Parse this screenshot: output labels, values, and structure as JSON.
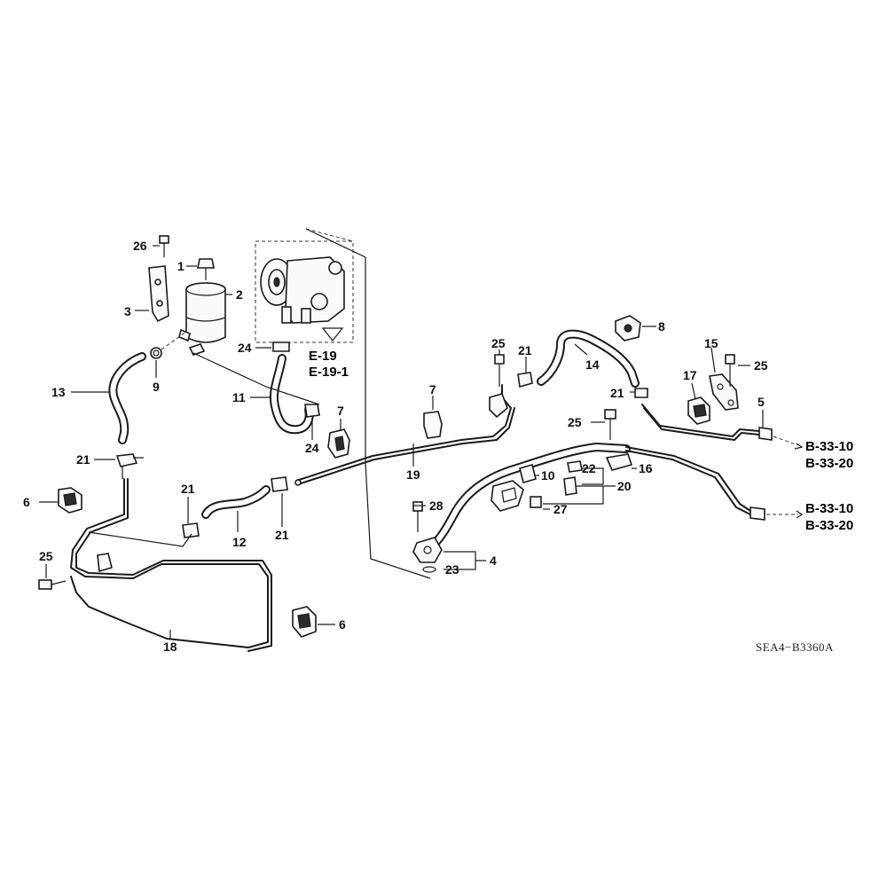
{
  "callouts": {
    "c1": "1",
    "c2": "2",
    "c3": "3",
    "c26": "26",
    "c9": "9",
    "c13": "13",
    "c24a": "24",
    "c11": "11",
    "c24b": "24",
    "c7a": "7",
    "c21a": "21",
    "c6a": "6",
    "c21b": "21",
    "c12": "12",
    "c21c": "21",
    "c25a": "25",
    "c18": "18",
    "c6b": "6",
    "c19": "19",
    "c7b": "7",
    "c25b": "25",
    "c21d": "21",
    "c14": "14",
    "c8": "8",
    "c15": "15",
    "c25c": "25",
    "c17": "17",
    "c21e": "21",
    "c5": "5",
    "c25d": "25",
    "c10": "10",
    "c22": "22",
    "c16": "16",
    "c20": "20",
    "c28": "28",
    "c27": "27",
    "c4": "4",
    "c23": "23"
  },
  "references": {
    "pump_ref_1": "E-19",
    "pump_ref_2": "E-19-1",
    "line5_ref_1": "B-33-10",
    "line5_ref_2": "B-33-20",
    "line_lower_ref_1": "B-33-10",
    "line_lower_ref_2": "B-33-20"
  },
  "diagram_code": "SEA4−B3360A"
}
